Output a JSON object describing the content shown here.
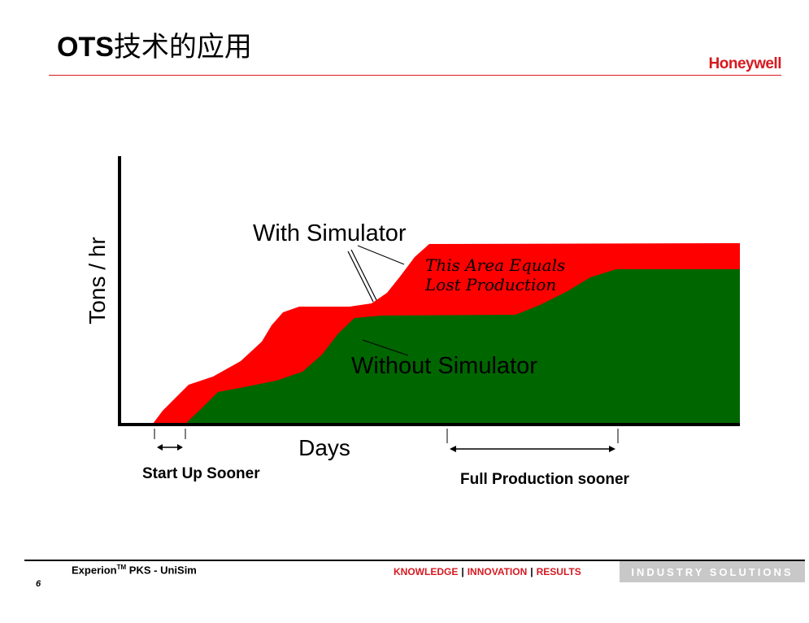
{
  "slide": {
    "title_latin": "OTS",
    "title_cn": "技术的应用",
    "brand": "Honeywell"
  },
  "chart_data": {
    "type": "area",
    "xlabel": "Days",
    "ylabel": "Tons / hr",
    "series": [
      {
        "name": "With Simulator",
        "color": "#ff0000"
      },
      {
        "name": "Without Simulator",
        "color": "#006600"
      }
    ],
    "annotations": {
      "with_label": "With Simulator",
      "without_label": "Without Simulator",
      "area_note_1": "This Area Equals",
      "area_note_2": "Lost Production",
      "startup_label": "Start Up Sooner",
      "fullprod_label": "Full Production sooner"
    }
  },
  "footer": {
    "product": "Experion",
    "product_tm": "TM",
    "product_rest": " PKS - UniSim",
    "page": "6",
    "tag_knowledge": "KNOWLEDGE",
    "tag_innovation": "INNOVATION",
    "tag_results": "RESULTS",
    "sep": "|",
    "badge": "INDUSTRY SOLUTIONS",
    "accent_color": "#d71920"
  }
}
